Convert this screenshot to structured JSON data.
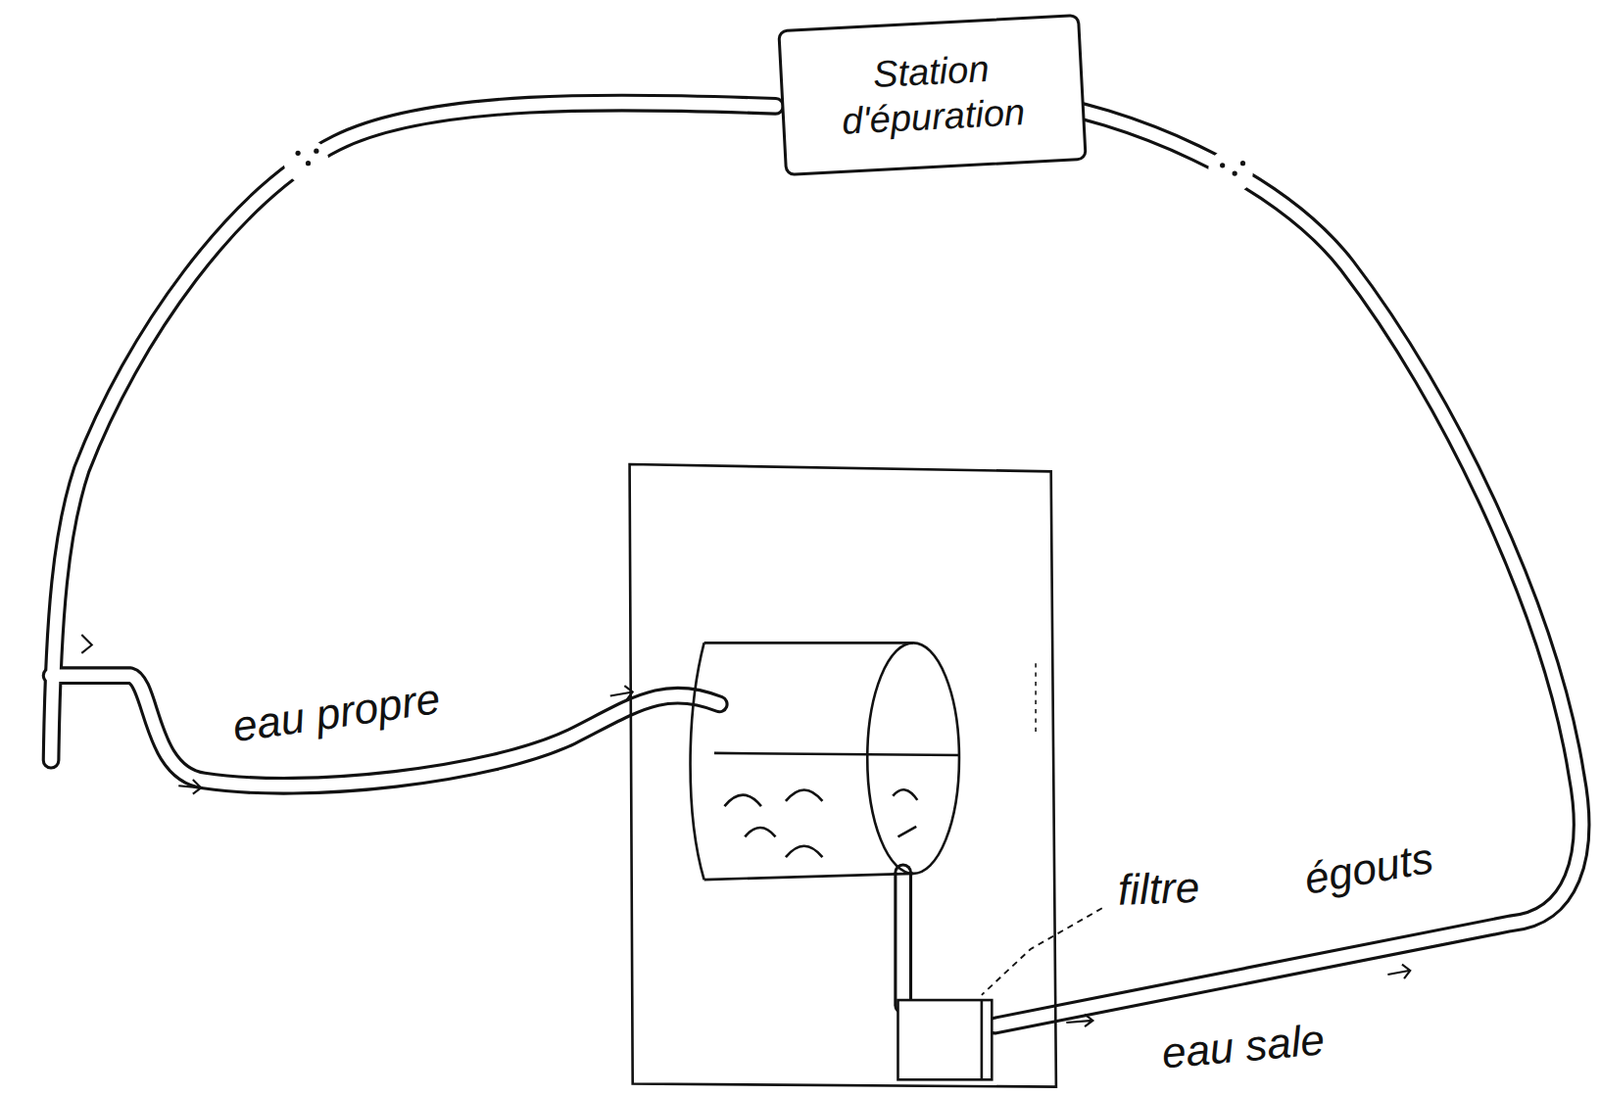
{
  "diagram": {
    "nodes": [
      {
        "text": [
          "Station d'épuration"
        ]
      }
    ],
    "edges": [],
    "labels": [
      "eau propre",
      "filtre",
      "égouts",
      "eau sale"
    ]
  }
}
